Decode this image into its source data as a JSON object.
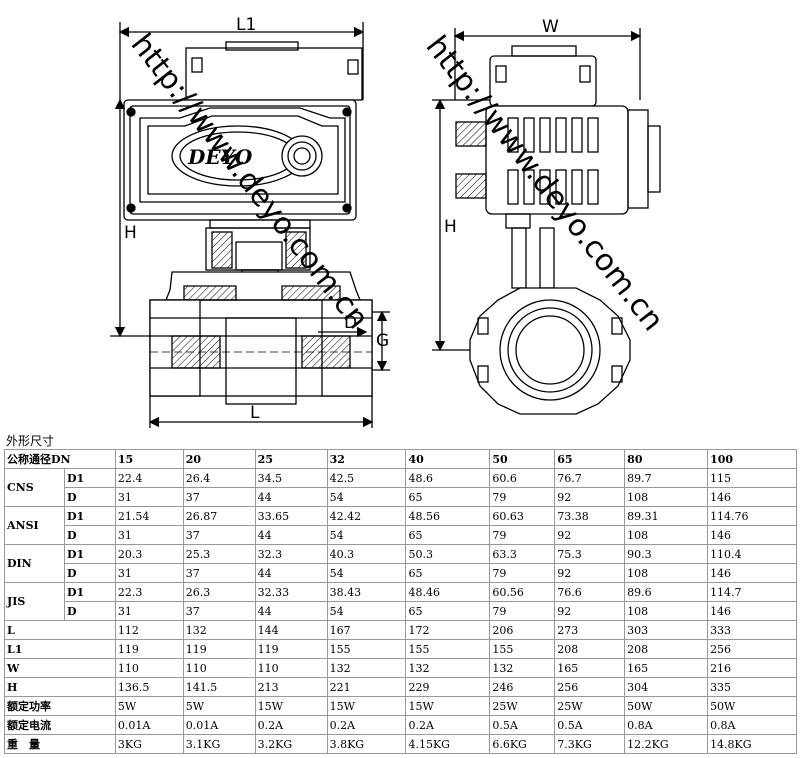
{
  "drawing": {
    "front_view": {
      "logo": "DEYO",
      "dim_width": "L1",
      "dim_height": "H",
      "dim_length": "L",
      "dim_d": "D",
      "dim_g": "G"
    },
    "side_view": {
      "dim_width": "W",
      "dim_height": "H"
    },
    "watermark_left": "http://www.deyo.com.cn",
    "watermark_right": "http://www.deyo.com.cn"
  },
  "caption": "外形尺寸",
  "table": {
    "header_label": "公称通径DN",
    "sizes": [
      "15",
      "20",
      "25",
      "32",
      "40",
      "50",
      "65",
      "80",
      "100"
    ],
    "groups": [
      {
        "name": "CNS",
        "rows": [
          {
            "sub": "D1",
            "values": [
              "22.4",
              "26.4",
              "34.5",
              "42.5",
              "48.6",
              "60.6",
              "76.7",
              "89.7",
              "115"
            ]
          },
          {
            "sub": "D",
            "values": [
              "31",
              "37",
              "44",
              "54",
              "65",
              "79",
              "92",
              "108",
              "146"
            ]
          }
        ]
      },
      {
        "name": "ANSI",
        "rows": [
          {
            "sub": "D1",
            "values": [
              "21.54",
              "26.87",
              "33.65",
              "42.42",
              "48.56",
              "60.63",
              "73.38",
              "89.31",
              "114.76"
            ]
          },
          {
            "sub": "D",
            "values": [
              "31",
              "37",
              "44",
              "54",
              "65",
              "79",
              "92",
              "108",
              "146"
            ]
          }
        ]
      },
      {
        "name": "DIN",
        "rows": [
          {
            "sub": "D1",
            "values": [
              "20.3",
              "25.3",
              "32.3",
              "40.3",
              "50.3",
              "63.3",
              "75.3",
              "90.3",
              "110.4"
            ]
          },
          {
            "sub": "D",
            "values": [
              "31",
              "37",
              "44",
              "54",
              "65",
              "79",
              "92",
              "108",
              "146"
            ]
          }
        ]
      },
      {
        "name": "JIS",
        "rows": [
          {
            "sub": "D1",
            "values": [
              "22.3",
              "26.3",
              "32.33",
              "38.43",
              "48.46",
              "60.56",
              "76.6",
              "89.6",
              "114.7"
            ]
          },
          {
            "sub": "D",
            "values": [
              "31",
              "37",
              "44",
              "54",
              "65",
              "79",
              "92",
              "108",
              "146"
            ]
          }
        ]
      }
    ],
    "single_rows": [
      {
        "label": "L",
        "values": [
          "112",
          "132",
          "144",
          "167",
          "172",
          "206",
          "273",
          "303",
          "333"
        ]
      },
      {
        "label": "L1",
        "values": [
          "119",
          "119",
          "119",
          "155",
          "155",
          "155",
          "208",
          "208",
          "256"
        ]
      },
      {
        "label": "W",
        "values": [
          "110",
          "110",
          "110",
          "132",
          "132",
          "132",
          "165",
          "165",
          "216"
        ]
      },
      {
        "label": "H",
        "values": [
          "136.5",
          "141.5",
          "213",
          "221",
          "229",
          "246",
          "256",
          "304",
          "335"
        ]
      },
      {
        "label": "额定功率",
        "values": [
          "5W",
          "5W",
          "15W",
          "15W",
          "15W",
          "25W",
          "25W",
          "50W",
          "50W"
        ]
      },
      {
        "label": "额定电流",
        "values": [
          "0.01A",
          "0.01A",
          "0.2A",
          "0.2A",
          "0.2A",
          "0.5A",
          "0.5A",
          "0.8A",
          "0.8A"
        ]
      },
      {
        "label": "重　量",
        "values": [
          "3KG",
          "3.1KG",
          "3.2KG",
          "3.8KG",
          "4.15KG",
          "6.6KG",
          "7.3KG",
          "12.2KG",
          "14.8KG"
        ]
      }
    ]
  }
}
